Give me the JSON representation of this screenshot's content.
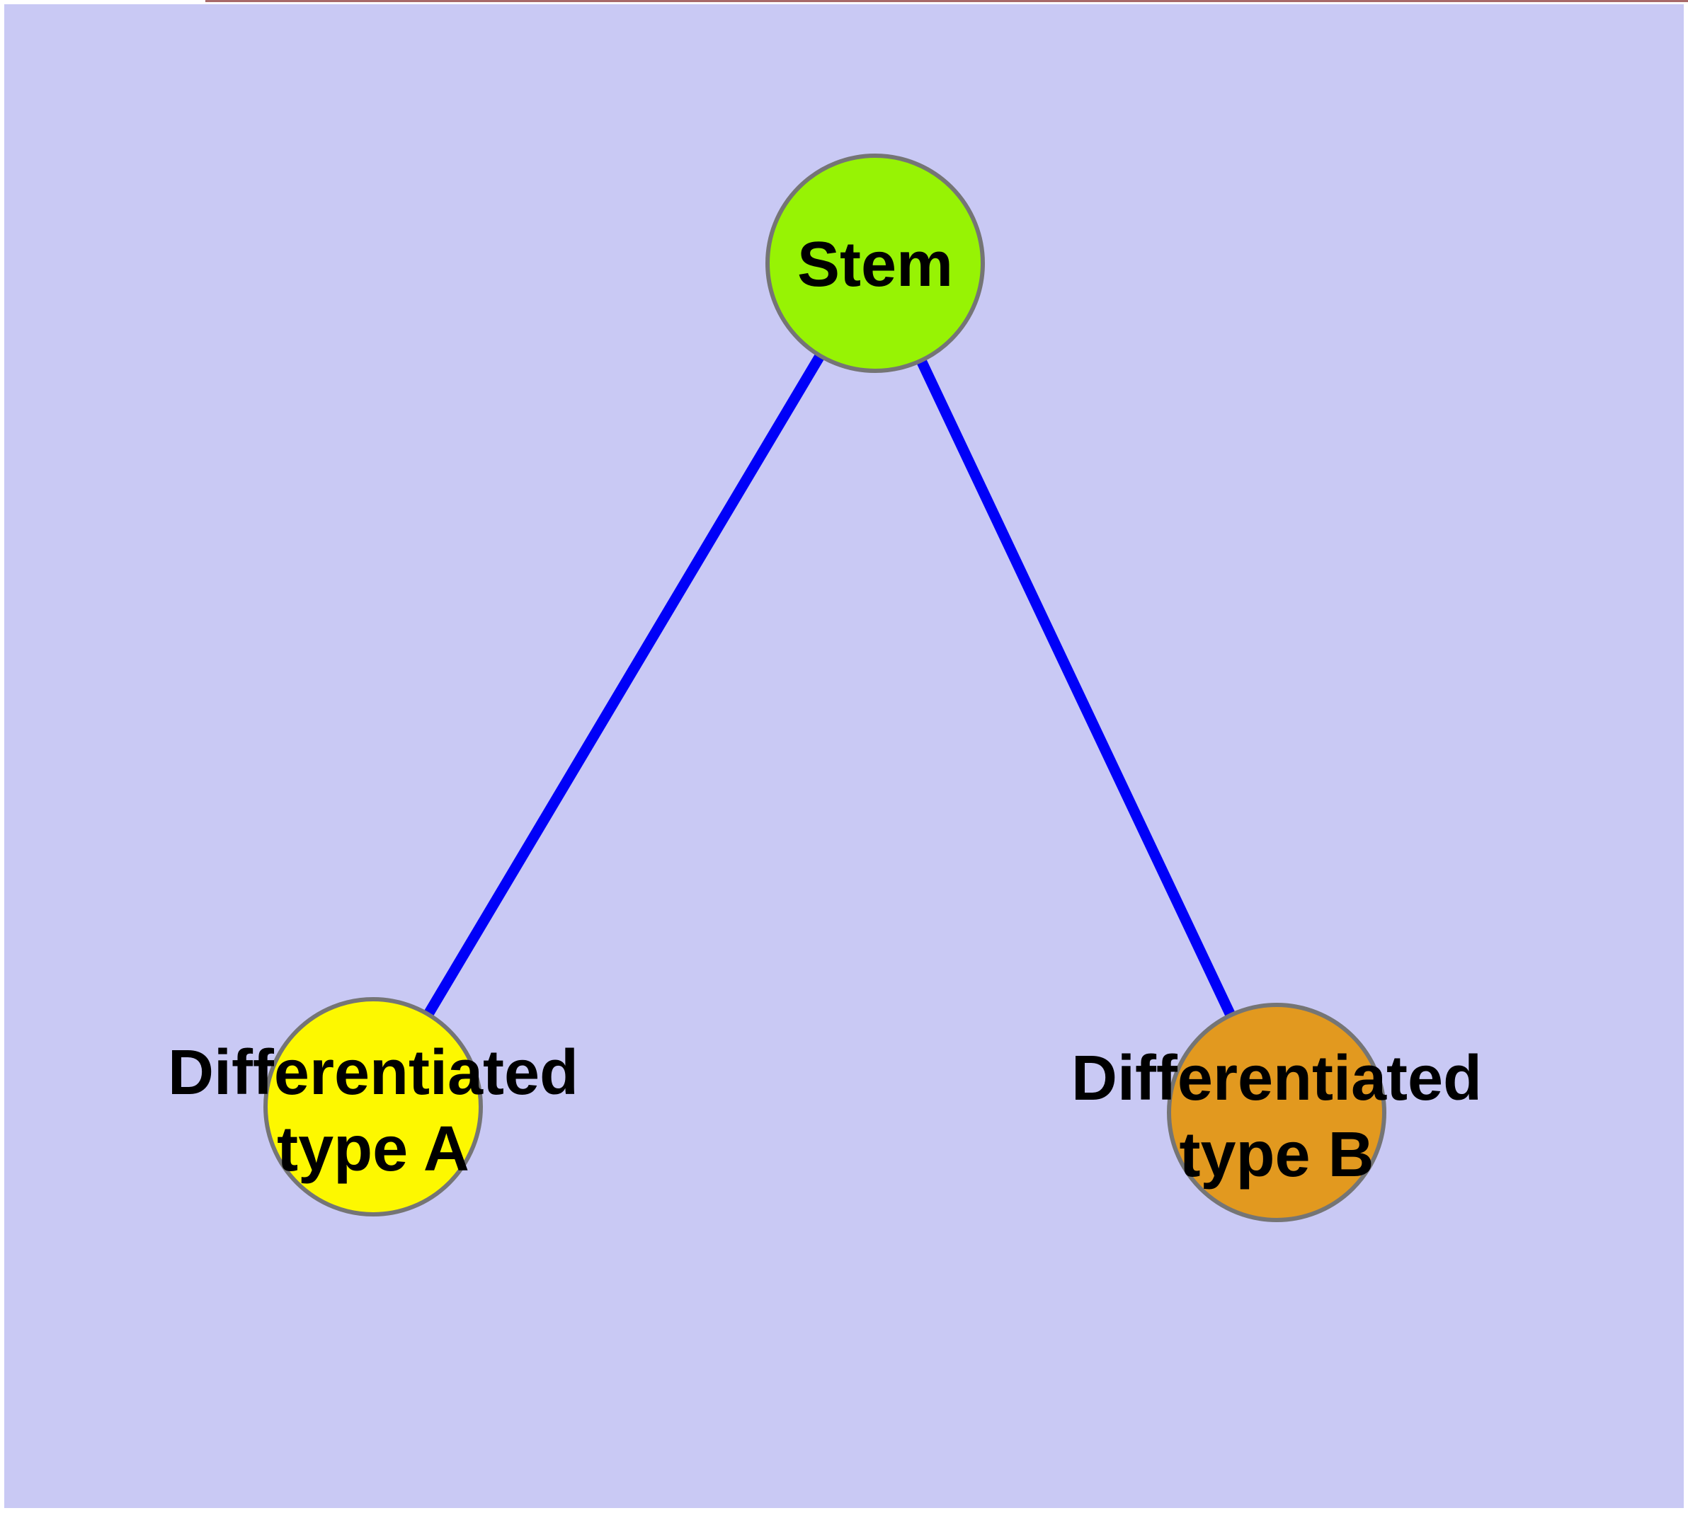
{
  "canvas": {
    "background_color": "#c9c9f4",
    "margin_color": "#ffffff",
    "top_edge_line_color": "#a86a6a",
    "node_border_color": "#757575",
    "edge_color": "#0000f8",
    "label_color": "#000000"
  },
  "graph": {
    "type": "node-link-diagram",
    "description": "Stem cell differentiation hierarchy",
    "nodes": [
      {
        "id": "stem",
        "label": "Stem",
        "fill": "#97f304"
      },
      {
        "id": "differentiated-type-a",
        "label_line1": "Differentiated",
        "label_line2": "type A",
        "fill": "#fdf800"
      },
      {
        "id": "differentiated-type-b",
        "label_line1": "Differentiated",
        "label_line2": "type B",
        "fill": "#e2991f"
      }
    ],
    "edges": [
      {
        "from": "stem",
        "to": "differentiated-type-a"
      },
      {
        "from": "stem",
        "to": "differentiated-type-b"
      }
    ]
  }
}
